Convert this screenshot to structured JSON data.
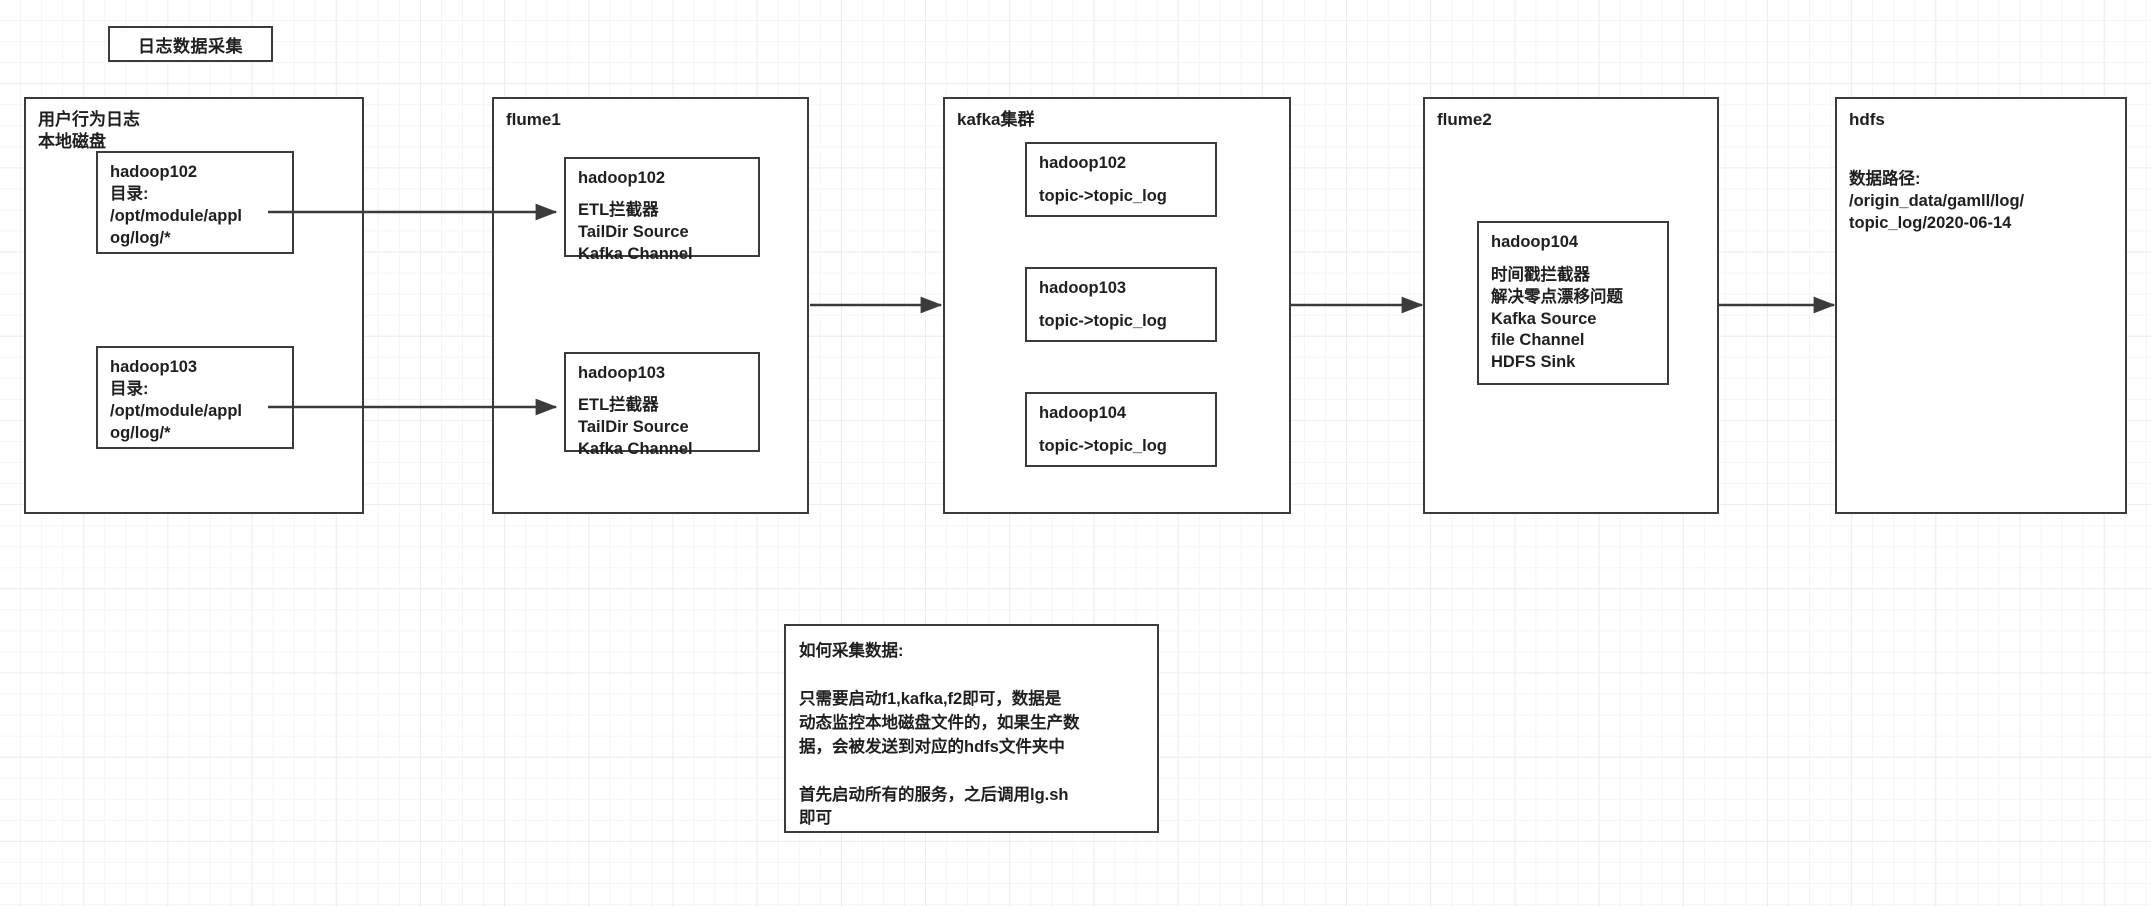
{
  "diagram": {
    "title_box": {
      "label": "日志数据采集"
    },
    "stages": [
      {
        "id": "source",
        "label": "用户行为日志\n本地磁盘",
        "nodes": [
          {
            "id": "source-hadoop102",
            "title": "hadoop102",
            "body": "目录:\n/opt/module/appl\nog/log/*"
          },
          {
            "id": "source-hadoop103",
            "title": "hadoop103",
            "body": "目录:\n/opt/module/appl\nog/log/*"
          }
        ]
      },
      {
        "id": "flume1",
        "label": "flume1",
        "nodes": [
          {
            "id": "flume1-hadoop102",
            "title": "hadoop102",
            "body": "ETL拦截器\nTailDir Source\nKafka Channel"
          },
          {
            "id": "flume1-hadoop103",
            "title": "hadoop103",
            "body": "ETL拦截器\nTailDir Source\nKafka Channel"
          }
        ]
      },
      {
        "id": "kafka",
        "label": "kafka集群",
        "nodes": [
          {
            "id": "kafka-hadoop102",
            "title": "hadoop102",
            "body": "topic->topic_log"
          },
          {
            "id": "kafka-hadoop103",
            "title": "hadoop103",
            "body": "topic->topic_log"
          },
          {
            "id": "kafka-hadoop104",
            "title": "hadoop104",
            "body": "topic->topic_log"
          }
        ]
      },
      {
        "id": "flume2",
        "label": "flume2",
        "nodes": [
          {
            "id": "flume2-hadoop104",
            "title": "hadoop104",
            "body": "时间戳拦截器\n解决零点漂移问题\nKafka Source\nfile Channel\nHDFS Sink"
          }
        ]
      },
      {
        "id": "hdfs",
        "label": "hdfs",
        "nodes": [],
        "note": "数据路径:\n/origin_data/gamll/log/\ntopic_log/2020-06-14"
      }
    ],
    "note_box": {
      "text": "如何采集数据:\n\n只需要启动f1,kafka,f2即可，数据是\n动态监控本地磁盘文件的，如果生产数\n据，会被发送到对应的hdfs文件夹中\n\n首先启动所有的服务，之后调用lg.sh\n即可"
    },
    "colors": {
      "stroke": "#3b3b3b",
      "text": "#1f1f1f",
      "background": "#ffffff",
      "grid_minor": "#f4f5f5",
      "grid_major": "#eceded"
    },
    "connections": [
      {
        "from": "source-hadoop102",
        "to": "flume1-hadoop102"
      },
      {
        "from": "source-hadoop103",
        "to": "flume1-hadoop103"
      },
      {
        "from": "flume1",
        "to": "kafka"
      },
      {
        "from": "kafka",
        "to": "flume2"
      },
      {
        "from": "flume2",
        "to": "hdfs"
      }
    ]
  }
}
